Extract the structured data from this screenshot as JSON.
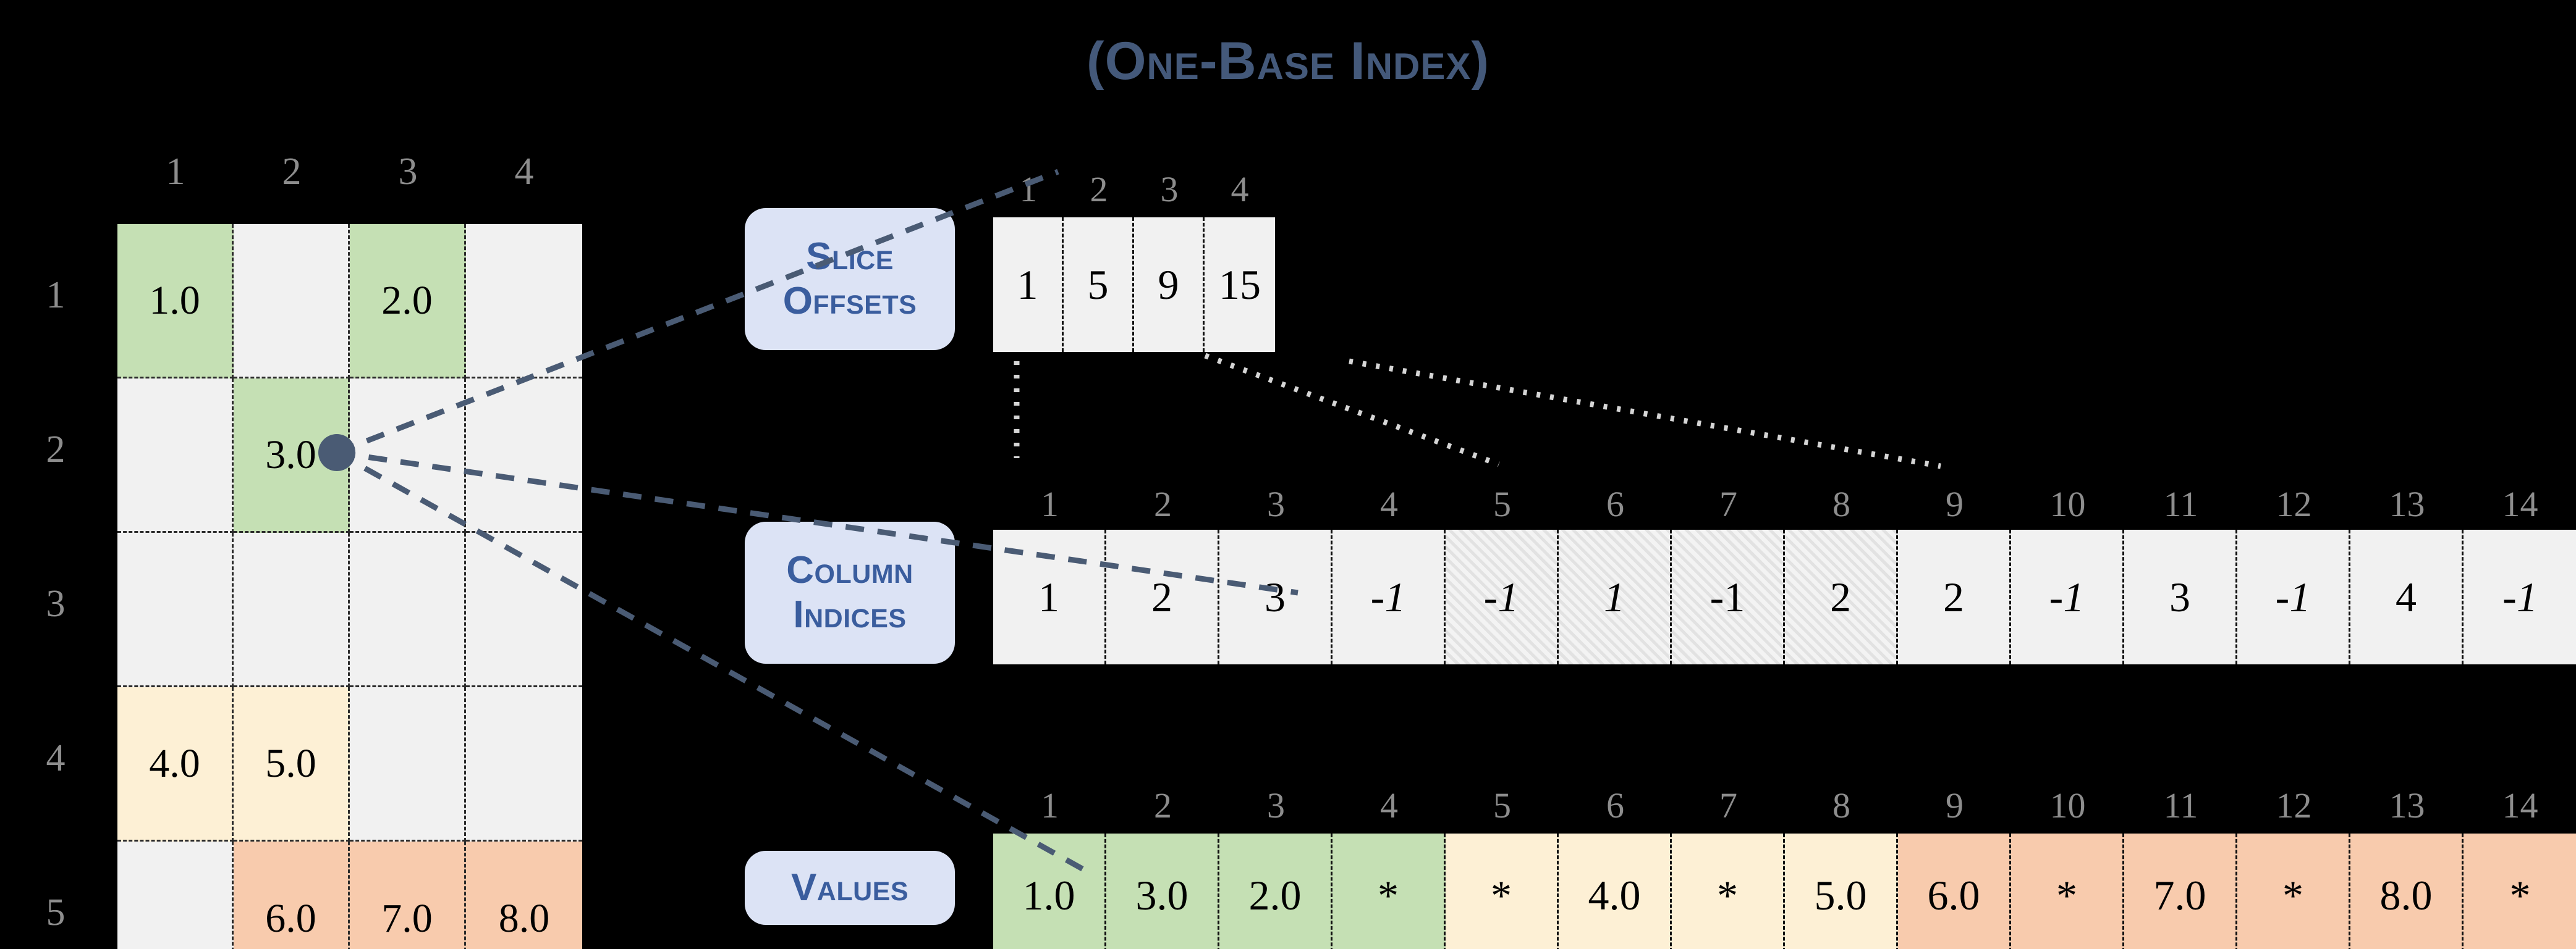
{
  "title": "(One-Base Index)",
  "matrix": {
    "name": "sparse-matrix",
    "col_headers": [
      "1",
      "2",
      "3",
      "4"
    ],
    "row_headers": [
      "1",
      "2",
      "3",
      "4",
      "5"
    ],
    "rows": [
      [
        {
          "value": "1.0",
          "fill": "green"
        },
        {
          "value": "",
          "fill": "empty"
        },
        {
          "value": "2.0",
          "fill": "green"
        },
        {
          "value": "",
          "fill": "empty"
        }
      ],
      [
        {
          "value": "",
          "fill": "empty"
        },
        {
          "value": "3.0",
          "fill": "green"
        },
        {
          "value": "",
          "fill": "empty"
        },
        {
          "value": "",
          "fill": "empty"
        }
      ],
      [
        {
          "value": "",
          "fill": "empty"
        },
        {
          "value": "",
          "fill": "empty"
        },
        {
          "value": "",
          "fill": "empty"
        },
        {
          "value": "",
          "fill": "empty"
        }
      ],
      [
        {
          "value": "4.0",
          "fill": "yellow"
        },
        {
          "value": "5.0",
          "fill": "yellow"
        },
        {
          "value": "",
          "fill": "empty"
        },
        {
          "value": "",
          "fill": "empty"
        }
      ],
      [
        {
          "value": "",
          "fill": "empty"
        },
        {
          "value": "6.0",
          "fill": "orange"
        },
        {
          "value": "7.0",
          "fill": "orange"
        },
        {
          "value": "8.0",
          "fill": "orange"
        }
      ]
    ],
    "marker": {
      "name": "anchor-dot",
      "row": 2,
      "col": 2,
      "color": "#4a5b74"
    }
  },
  "slice_offsets": {
    "label_line1": "Slice",
    "label_line2": "Offsets",
    "indices": [
      "1",
      "2",
      "3",
      "4"
    ],
    "cells": [
      {
        "value": "1",
        "fill": "plain",
        "italic": false
      },
      {
        "value": "5",
        "fill": "plain",
        "italic": false
      },
      {
        "value": "9",
        "fill": "plain",
        "italic": false
      },
      {
        "value": "15",
        "fill": "plain",
        "italic": false
      }
    ]
  },
  "column_indices": {
    "label_line1": "Column",
    "label_line2": "Indices",
    "indices": [
      "1",
      "2",
      "3",
      "4",
      "5",
      "6",
      "7",
      "8",
      "9",
      "10",
      "11",
      "12",
      "13",
      "14"
    ],
    "cells": [
      {
        "value": "1",
        "fill": "plain",
        "italic": false
      },
      {
        "value": "2",
        "fill": "plain",
        "italic": false
      },
      {
        "value": "3",
        "fill": "plain",
        "italic": false
      },
      {
        "value": "-1",
        "fill": "plain",
        "italic": true
      },
      {
        "value": "-1",
        "fill": "hatch",
        "italic": true
      },
      {
        "value": "1",
        "fill": "hatch",
        "italic": true
      },
      {
        "value": "-1",
        "fill": "hatch",
        "italic": false
      },
      {
        "value": "2",
        "fill": "hatch",
        "italic": false
      },
      {
        "value": "2",
        "fill": "plain",
        "italic": false
      },
      {
        "value": "-1",
        "fill": "plain",
        "italic": true
      },
      {
        "value": "3",
        "fill": "plain",
        "italic": false
      },
      {
        "value": "-1",
        "fill": "plain",
        "italic": true
      },
      {
        "value": "4",
        "fill": "plain",
        "italic": false
      },
      {
        "value": "-1",
        "fill": "plain",
        "italic": true
      }
    ]
  },
  "values": {
    "label_line1": "Values",
    "label_line2": "",
    "indices": [
      "1",
      "2",
      "3",
      "4",
      "5",
      "6",
      "7",
      "8",
      "9",
      "10",
      "11",
      "12",
      "13",
      "14"
    ],
    "cells": [
      {
        "value": "1.0",
        "fill": "green"
      },
      {
        "value": "3.0",
        "fill": "green"
      },
      {
        "value": "2.0",
        "fill": "green"
      },
      {
        "value": "*",
        "fill": "green"
      },
      {
        "value": "*",
        "fill": "yellow"
      },
      {
        "value": "4.0",
        "fill": "yellow"
      },
      {
        "value": "*",
        "fill": "yellow"
      },
      {
        "value": "5.0",
        "fill": "yellow"
      },
      {
        "value": "6.0",
        "fill": "orange"
      },
      {
        "value": "*",
        "fill": "orange"
      },
      {
        "value": "7.0",
        "fill": "orange"
      },
      {
        "value": "*",
        "fill": "orange"
      },
      {
        "value": "8.0",
        "fill": "orange"
      },
      {
        "value": "*",
        "fill": "orange"
      }
    ]
  },
  "colors": {
    "background": "#000000",
    "title": "#44597a",
    "pill_bg": "#dce3f5",
    "pill_text": "#3a5d9e",
    "green": "#c5e0b4",
    "yellow": "#fdf0d5",
    "orange": "#f8cbad",
    "cell_plain": "#f1f1f1",
    "index_label": "#8d8d8d",
    "connector_blue": "#4a5b74",
    "connector_white": "#d5d5d5"
  }
}
